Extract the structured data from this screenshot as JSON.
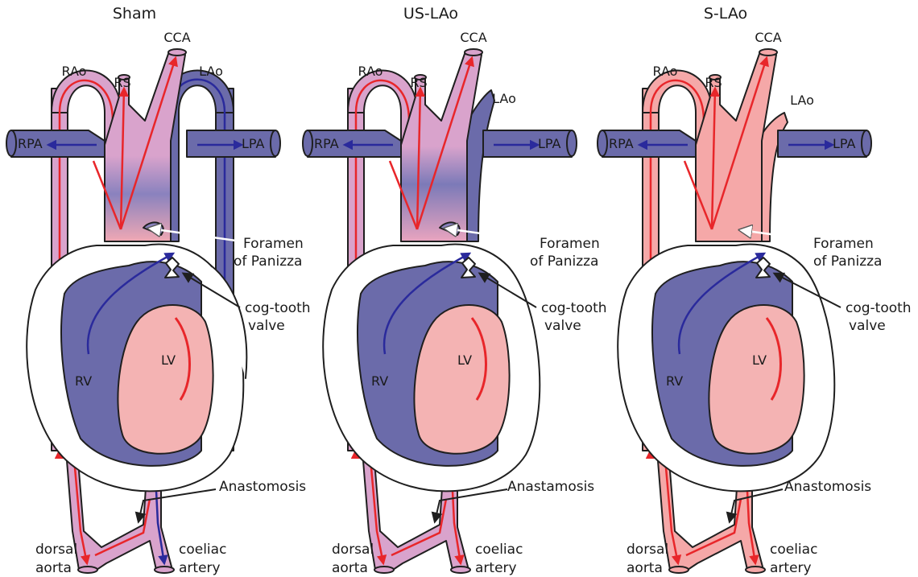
{
  "panels": [
    {
      "title": "Sham",
      "vessels": {
        "cca": "CCA",
        "rs": "RS",
        "rao": "RAo",
        "lao": "LAo",
        "rpa": "RPA",
        "lpa": "LPA"
      },
      "chambers": {
        "rv": "RV",
        "lv": "LV"
      },
      "annotations": {
        "foramen_1": "Foramen",
        "foramen_2": "of Panizza",
        "cog_1": "cog-tooth",
        "cog_2": "valve",
        "anastomosis": "Anastomosis",
        "dorsal_1": "dorsal",
        "dorsal_2": "aorta",
        "coeliac_1": "coeliac",
        "coeliac_2": "artery"
      }
    },
    {
      "title": "US-LAo",
      "vessels": {
        "cca": "CCA",
        "rs": "RS",
        "rao": "RAo",
        "lao": "LAo",
        "rpa": "RPA",
        "lpa": "LPA"
      },
      "chambers": {
        "rv": "RV",
        "lv": "LV"
      },
      "annotations": {
        "foramen_1": "Foramen",
        "foramen_2": "of Panizza",
        "cog_1": "cog-tooth",
        "cog_2": "valve",
        "anastomosis": "Anastamosis",
        "dorsal_1": "dorsal",
        "dorsal_2": "aorta",
        "coeliac_1": "coeliac",
        "coeliac_2": "artery"
      }
    },
    {
      "title": "S-LAo",
      "vessels": {
        "cca": "CCA",
        "rs": "RS",
        "rao": "RAo",
        "lao": "LAo",
        "rpa": "RPA",
        "lpa": "LPA"
      },
      "chambers": {
        "rv": "RV",
        "lv": "LV"
      },
      "annotations": {
        "foramen_1": "Foramen",
        "foramen_2": "of Panizza",
        "cog_1": "cog-tooth",
        "cog_2": "valve",
        "anastomosis": "Anastomosis",
        "dorsal_1": "dorsal",
        "dorsal_2": "aorta",
        "coeliac_1": "coeliac",
        "coeliac_2": "artery"
      }
    }
  ],
  "colors": {
    "venous": "#6b6baa",
    "venous_flow": "#2a2a9c",
    "arterial_flow": "#e8262a",
    "mixed": "#d9a3cc",
    "oxygenated": "#f5a8a8",
    "left_ventricle": "#f4b3b3",
    "outline": "#1f1f1f",
    "pointer": "#ffffff"
  }
}
